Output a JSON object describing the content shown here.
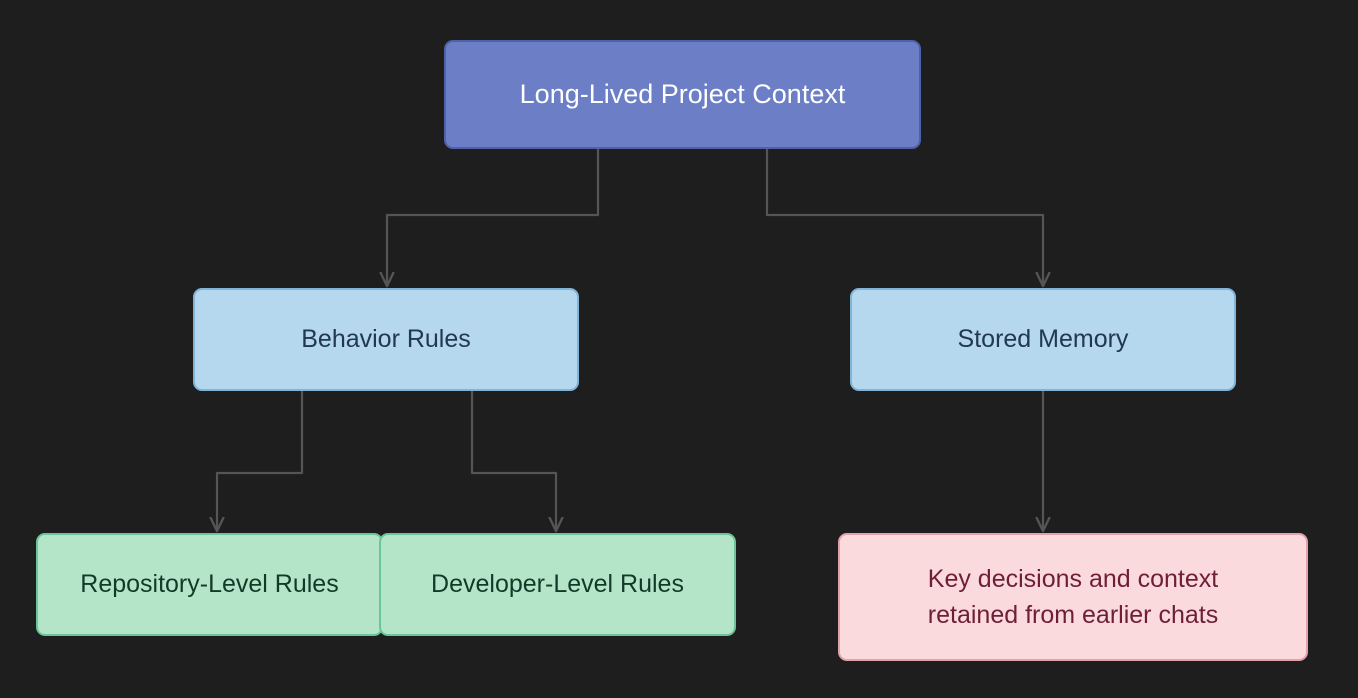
{
  "diagram": {
    "title": "Long-Lived Project Context hierarchy",
    "background_color": "#1e1e1e",
    "edge_color": "#555555",
    "nodes": {
      "root": {
        "label": "Long-Lived Project Context",
        "fill": "#6b7ec6",
        "stroke": "#4f61a8",
        "text_color": "#ffffff"
      },
      "behavior_rules": {
        "label": "Behavior Rules",
        "fill": "#b5d8ef",
        "stroke": "#82b4d7",
        "text_color": "#22384e"
      },
      "stored_memory": {
        "label": "Stored Memory",
        "fill": "#b5d8ef",
        "stroke": "#82b4d7",
        "text_color": "#22384e"
      },
      "repository_level_rules": {
        "label": "Repository-Level Rules",
        "fill": "#b5e5c8",
        "stroke": "#6cc49a",
        "text_color": "#123a28"
      },
      "developer_level_rules": {
        "label": "Developer-Level Rules",
        "fill": "#b5e5c8",
        "stroke": "#6cc49a",
        "text_color": "#123a28"
      },
      "key_decisions": {
        "label": "Key decisions and context\nretained from earlier chats",
        "fill": "#fadadd",
        "stroke": "#e0a3ae",
        "text_color": "#6f1f33"
      }
    },
    "edges": [
      {
        "from": "root",
        "to": "behavior_rules"
      },
      {
        "from": "root",
        "to": "stored_memory"
      },
      {
        "from": "behavior_rules",
        "to": "repository_level_rules"
      },
      {
        "from": "behavior_rules",
        "to": "developer_level_rules"
      },
      {
        "from": "stored_memory",
        "to": "key_decisions"
      }
    ]
  }
}
